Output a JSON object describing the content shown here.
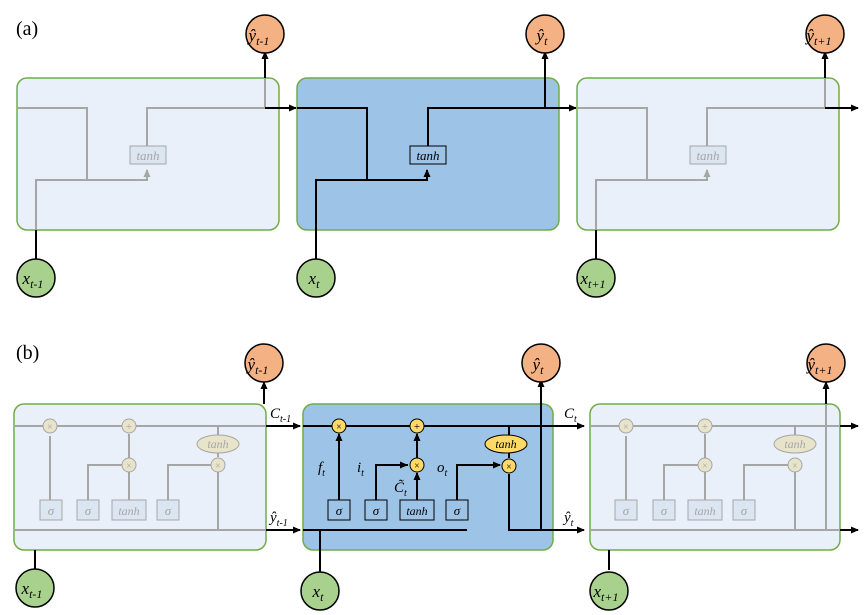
{
  "panels": {
    "a": {
      "label": "(a)",
      "activation_label": "tanh",
      "outputs": [
        {
          "base": "ŷ",
          "sub": "t-1"
        },
        {
          "base": "ŷ",
          "sub": "t"
        },
        {
          "base": "ŷ",
          "sub": "t+1"
        }
      ],
      "inputs": [
        {
          "base": "x",
          "sub": "t-1"
        },
        {
          "base": "x",
          "sub": "t"
        },
        {
          "base": "x",
          "sub": "t+1"
        }
      ]
    },
    "b": {
      "label": "(b)",
      "outputs": [
        {
          "base": "ŷ",
          "sub": "t-1"
        },
        {
          "base": "ŷ",
          "sub": "t"
        },
        {
          "base": "ŷ",
          "sub": "t+1"
        }
      ],
      "inputs": [
        {
          "base": "x",
          "sub": "t-1"
        },
        {
          "base": "x",
          "sub": "t"
        },
        {
          "base": "x",
          "sub": "t+1"
        }
      ],
      "gate_labels": [
        "σ",
        "σ",
        "tanh",
        "σ"
      ],
      "cell_tanh": "tanh",
      "mult_symbol": "×",
      "add_symbol": "+",
      "gate_names": {
        "forget": {
          "base": "f",
          "sub": "t"
        },
        "input": {
          "base": "i",
          "sub": "t"
        },
        "candidate": {
          "base": "C̃",
          "sub": "t"
        },
        "output": {
          "base": "o",
          "sub": "t"
        }
      },
      "line_labels": {
        "cell_prev": {
          "base": "C",
          "sub": "t-1"
        },
        "hidden_prev": {
          "base": "ŷ",
          "sub": "t-1"
        },
        "cell_cur": {
          "base": "C",
          "sub": "t"
        },
        "hidden_cur": {
          "base": "ŷ",
          "sub": "t"
        }
      }
    }
  },
  "colors": {
    "active_cell": "#9dc3e6",
    "faded_cell": "#e9f0fa",
    "cell_border": "#70ad47",
    "output_node": "#f4b183",
    "input_node": "#a9d18e",
    "op_node_active": "#ffd966",
    "op_node_faded": "#e8e4c9",
    "faded_line": "#a6a6a6"
  }
}
